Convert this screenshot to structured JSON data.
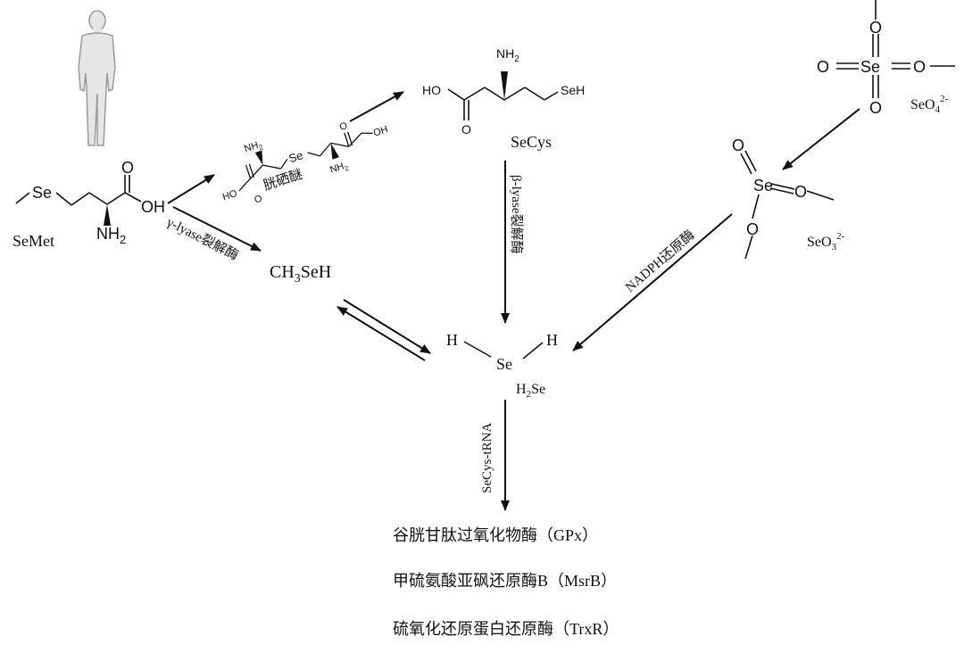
{
  "nodes": {
    "semet": {
      "label": "SeMet",
      "se": "Se",
      "oh": "OH",
      "o": "O",
      "nh2": "NH",
      "nh2_sub": "2"
    },
    "selenocystathionine": {
      "label": "胱硒醚",
      "se": "Se",
      "oh": "OH",
      "o": "O",
      "nh2": "NH",
      "nh2_sub": "2"
    },
    "secys": {
      "label": "SeCys",
      "ho": "HO",
      "seh": "SeH",
      "o": "O",
      "nh2": "NH",
      "nh2_sub": "2"
    },
    "ch3seh": {
      "pre": "CH",
      "sub": "3",
      "post": "SeH"
    },
    "h2se": {
      "pre": "H",
      "sub": "2",
      "post": "Se",
      "center": "Se",
      "h": "H"
    },
    "selenate": {
      "label_pre": "SeO",
      "label_sub": "4",
      "label_sup": "2-",
      "se": "Se",
      "o": "O"
    },
    "selenite": {
      "label_pre": "SeO",
      "label_sub": "3",
      "label_sup": "2-",
      "se": "Se",
      "o": "O"
    }
  },
  "enzymes": {
    "gamma_lyase": "γ-lyase裂解酶",
    "beta_lyase": "β-lyase裂解酶",
    "nadph": "NADPH还原酶",
    "secys_trna": "SeCys-tRNA"
  },
  "products": [
    "谷胱甘肽过氧化物酶（GPx）",
    "甲硫氨酸亚砜还原酶B（MsrB）",
    "硫氧化还原蛋白还原酶（TrxR）"
  ]
}
